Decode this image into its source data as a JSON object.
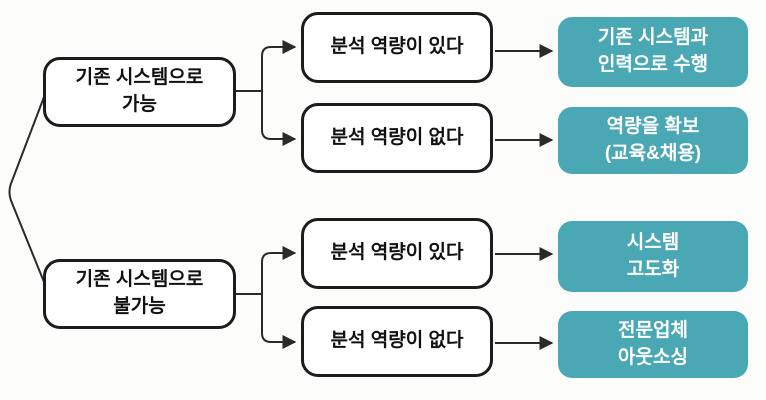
{
  "diagram": {
    "root_nodes": [
      {
        "label": "기존 시스템으로\n가능"
      },
      {
        "label": "기존 시스템으로\n불가능"
      }
    ],
    "decision_nodes": [
      {
        "label": "분석 역량이 있다"
      },
      {
        "label": "분석 역량이 없다"
      },
      {
        "label": "분석 역량이 있다"
      },
      {
        "label": "분석 역량이 없다"
      }
    ],
    "outcome_nodes": [
      {
        "label": "기존 시스템과\n인력으로 수행"
      },
      {
        "label": "역량을 확보\n(교육&채용)"
      },
      {
        "label": "시스템\n고도화"
      },
      {
        "label": "전문업체\n아웃소싱"
      }
    ],
    "colors": {
      "outcome_fill": "#4aa8b5",
      "outcome_text": "#ffffff",
      "node_border": "#1c1c1c",
      "line": "#2a2a2a",
      "background": "#fcfcfa"
    }
  }
}
